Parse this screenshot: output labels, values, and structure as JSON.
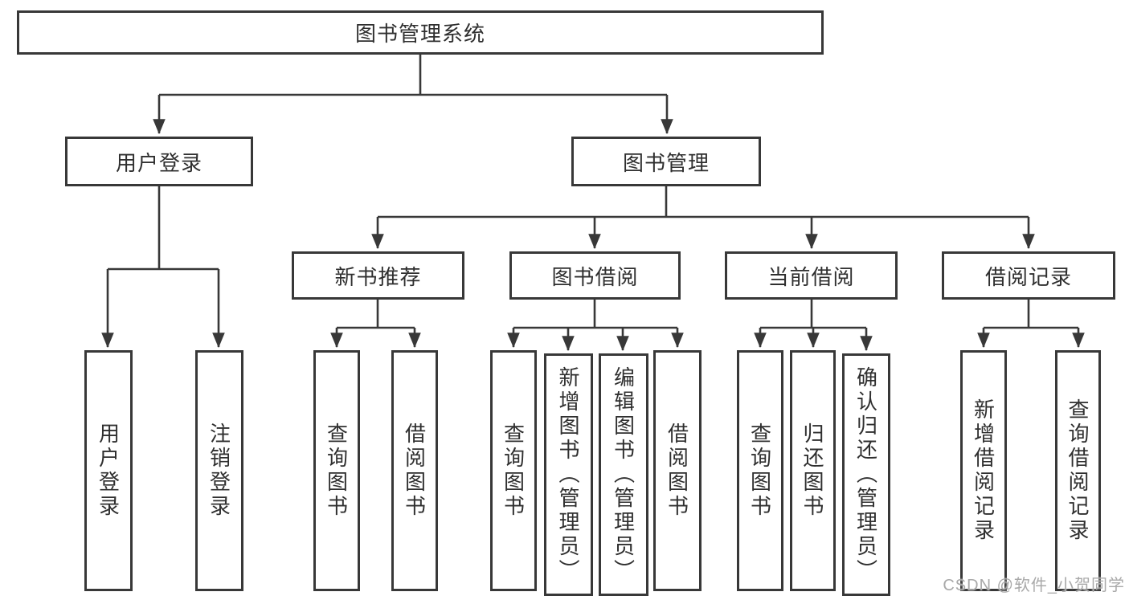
{
  "nodes": {
    "root": "图书管理系统",
    "user_login": "用户登录",
    "book_mgmt": "图书管理",
    "new_book_rec": "新书推荐",
    "book_borrow": "图书借阅",
    "current_borrow": "当前借阅",
    "borrow_record": "借阅记录",
    "login": "用户登录",
    "logout": "注销登录",
    "rec_query": "查询图书",
    "rec_borrow": "借阅图书",
    "bb_query": "查询图书",
    "bb_add": "新增图书（管理员）",
    "bb_edit": "编辑图书（管理员）",
    "bb_borrow": "借阅图书",
    "cb_query": "查询图书",
    "cb_return": "归还图书",
    "cb_confirm": "确认归还（管理员）",
    "br_add": "新增借阅记录",
    "br_query": "查询借阅记录"
  },
  "watermark": "CSDN @软件_小贺同学",
  "colors": {
    "line": "#383838",
    "text": "#2f2f2f",
    "watermark": "#a9a9a9",
    "background": "#ffffff"
  }
}
